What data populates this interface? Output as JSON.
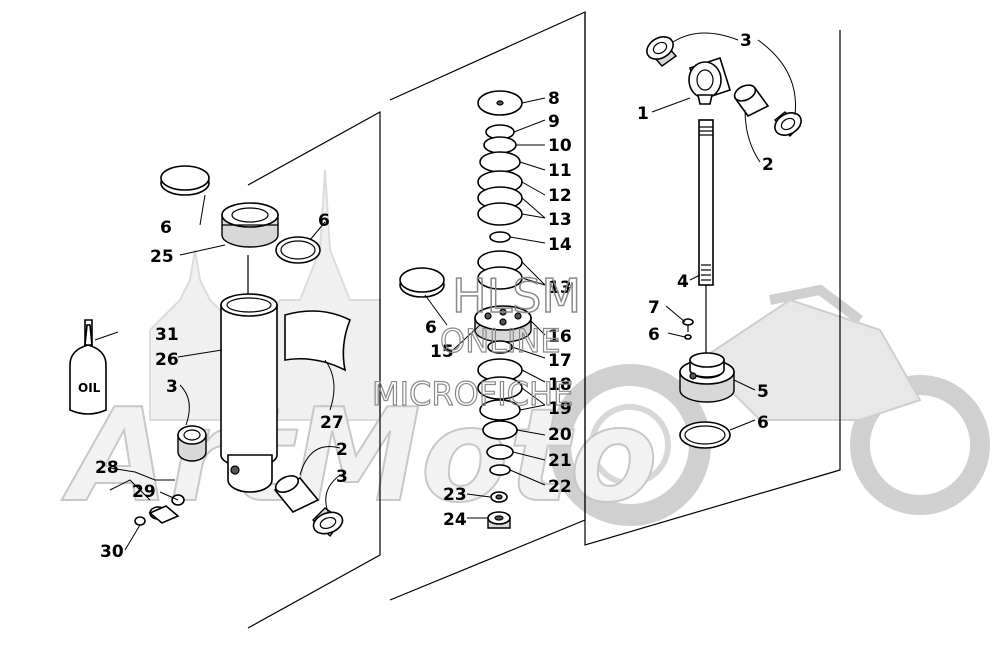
{
  "watermark": {
    "line1": "HLSM",
    "line2": "ONLINE",
    "line3": "MICROFICHE",
    "brand": "ArtMoto"
  },
  "oil_bottle_label": "OIL",
  "callouts": {
    "c1": "1",
    "c2a": "2",
    "c2b": "2",
    "c3a": "3",
    "c3b": "3",
    "c3c": "3",
    "c4": "4",
    "c5": "5",
    "c6a": "6",
    "c6b": "6",
    "c6c": "6",
    "c6d": "6",
    "c6e": "6",
    "c7": "7",
    "c8": "8",
    "c9": "9",
    "c10": "10",
    "c11": "11",
    "c12": "12",
    "c13a": "13",
    "c13b": "13",
    "c14": "14",
    "c15": "15",
    "c16": "16",
    "c17": "17",
    "c18": "18",
    "c19": "19",
    "c20": "20",
    "c21": "21",
    "c22": "22",
    "c23": "23",
    "c24": "24",
    "c25": "25",
    "c26": "26",
    "c27": "27",
    "c28": "28",
    "c29": "29",
    "c30": "30",
    "c31": "31"
  }
}
